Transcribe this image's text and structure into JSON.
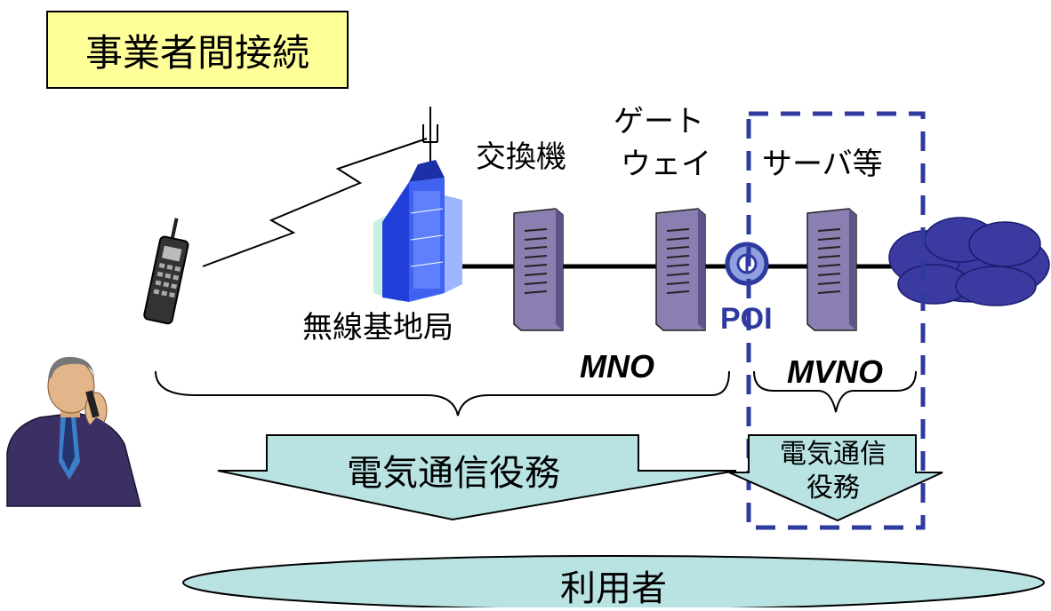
{
  "title": "事業者間接続",
  "labels": {
    "base_station": "無線基地局",
    "switch": "交換機",
    "gateway_line1": "ゲート",
    "gateway_line2": "ウェイ",
    "server": "サーバ等",
    "poi": "POI",
    "mno": "MNO",
    "mvno": "MVNO",
    "service_main": "電気通信役務",
    "service_sub_line1": "電気通信",
    "service_sub_line2": "役務",
    "user": "利用者"
  },
  "colors": {
    "title_bg": "#ffff99",
    "arrow_fill": "#b9e3e3",
    "dashed_border": "#2e3a9e",
    "server_fill": "#8a7fb0",
    "cloud_fill": "#3a3aa0",
    "building_blue": "#1f3fd8"
  }
}
